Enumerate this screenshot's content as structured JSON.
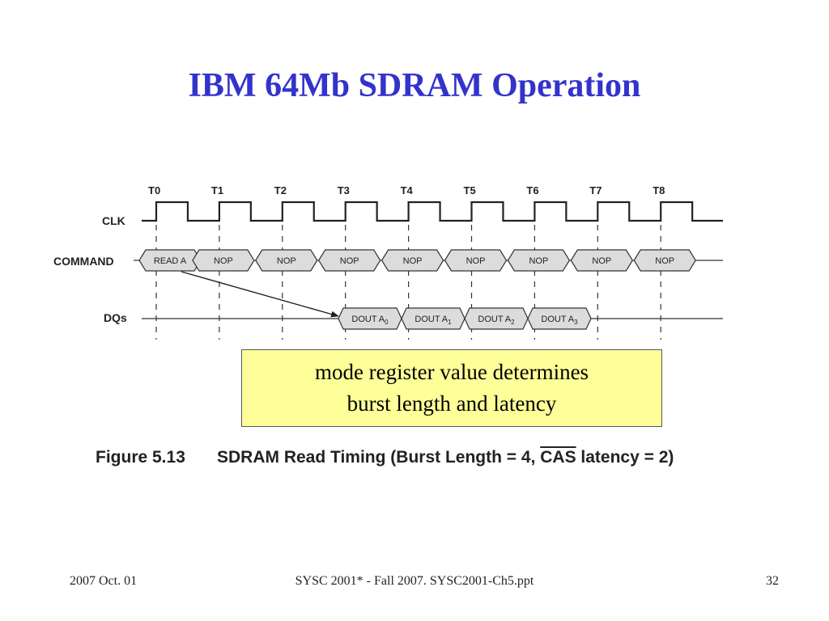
{
  "slide": {
    "title": "IBM 64Mb SDRAM Operation"
  },
  "diagram": {
    "clock_labels": [
      "T0",
      "T1",
      "T2",
      "T3",
      "T4",
      "T5",
      "T6",
      "T7",
      "T8"
    ],
    "signals": {
      "clk": "CLK",
      "command": "COMMAND",
      "dqs": "DQs"
    },
    "commands": [
      "READ A",
      "NOP",
      "NOP",
      "NOP",
      "NOP",
      "NOP",
      "NOP",
      "NOP",
      "NOP"
    ],
    "data_outputs": [
      {
        "base": "DOUT A",
        "sub": "0"
      },
      {
        "base": "DOUT A",
        "sub": "1"
      },
      {
        "base": "DOUT A",
        "sub": "2"
      },
      {
        "base": "DOUT A",
        "sub": "3"
      }
    ]
  },
  "note": {
    "line1": "mode register value determines",
    "line2": "burst length and latency"
  },
  "caption": {
    "figure_number": "Figure 5.13",
    "text_before": "SDRAM Read Timing (Burst Length = 4, ",
    "overlined": "CAS",
    "text_after": " latency = 2)"
  },
  "footer": {
    "date": "2007 Oct. 01",
    "course": "SYSC 2001* - Fall 2007. SYSC2001-Ch5.ppt",
    "page": "32"
  }
}
